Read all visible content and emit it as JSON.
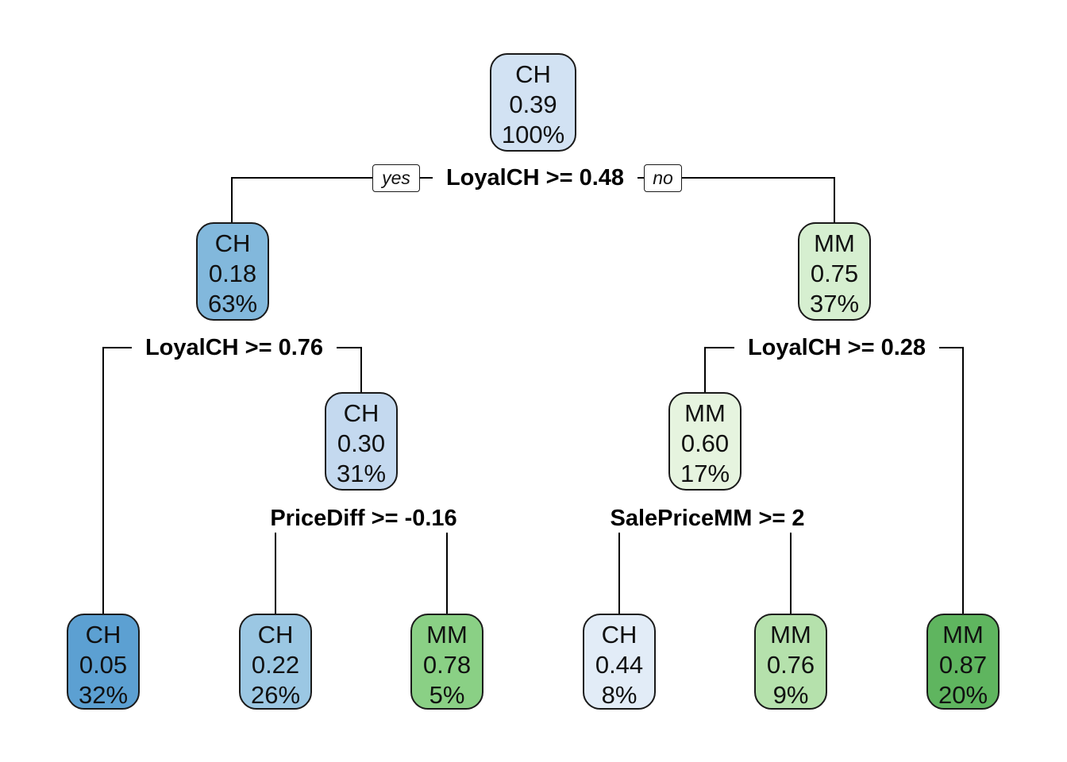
{
  "tree": {
    "nodes": {
      "root": {
        "class": "CH",
        "prob": "0.39",
        "pct": "100%",
        "fill": "#d2e2f3"
      },
      "n_left": {
        "class": "CH",
        "prob": "0.18",
        "pct": "63%",
        "fill": "#82b8dc"
      },
      "n_right": {
        "class": "MM",
        "prob": "0.75",
        "pct": "37%",
        "fill": "#d6efd0"
      },
      "n_lr": {
        "class": "CH",
        "prob": "0.30",
        "pct": "31%",
        "fill": "#c4d9ef"
      },
      "n_rl": {
        "class": "MM",
        "prob": "0.60",
        "pct": "17%",
        "fill": "#e6f4df"
      },
      "leaf_1": {
        "class": "CH",
        "prob": "0.05",
        "pct": "32%",
        "fill": "#5ca0d2"
      },
      "leaf_2": {
        "class": "CH",
        "prob": "0.22",
        "pct": "26%",
        "fill": "#9bc7e3"
      },
      "leaf_3": {
        "class": "MM",
        "prob": "0.78",
        "pct": "5%",
        "fill": "#8ad085"
      },
      "leaf_4": {
        "class": "CH",
        "prob": "0.44",
        "pct": "8%",
        "fill": "#e2ecf7"
      },
      "leaf_5": {
        "class": "MM",
        "prob": "0.76",
        "pct": "9%",
        "fill": "#b5e1ac"
      },
      "leaf_6": {
        "class": "MM",
        "prob": "0.87",
        "pct": "20%",
        "fill": "#5fb55f"
      }
    },
    "splits": {
      "s_root": "LoyalCH >= 0.48",
      "s_left": "LoyalCH >= 0.76",
      "s_right": "LoyalCH >= 0.28",
      "s_lr": "PriceDiff >= -0.16",
      "s_rl": "SalePriceMM >= 2"
    },
    "branch_labels": {
      "yes": "yes",
      "no": "no"
    },
    "edge_color": "#000000"
  }
}
